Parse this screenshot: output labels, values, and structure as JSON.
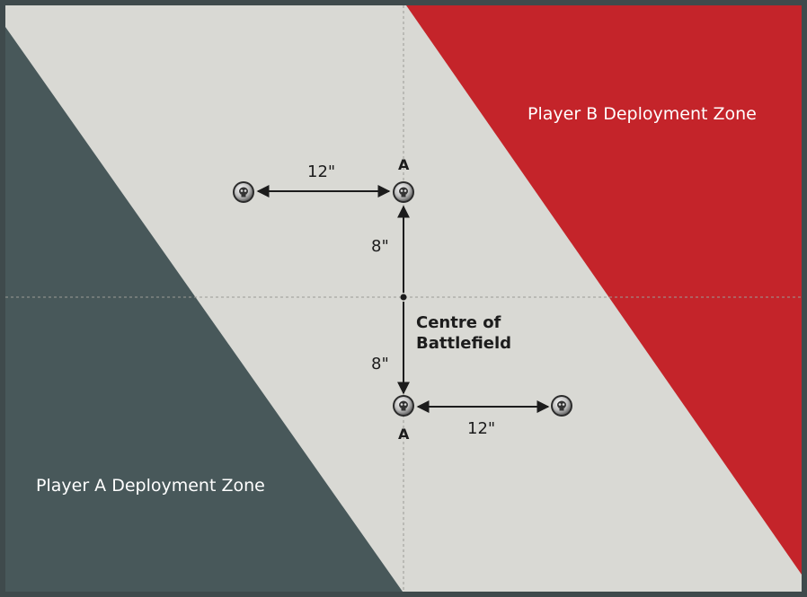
{
  "zones": {
    "player_a": {
      "label": "Player A Deployment Zone",
      "color": "#48585a"
    },
    "player_b": {
      "label": "Player B Deployment Zone",
      "color": "#c4242a"
    },
    "neutral_color": "#d9d9d4"
  },
  "objectives": [
    {
      "marker": ""
    },
    {
      "marker": "A"
    },
    {
      "marker": "A"
    },
    {
      "marker": ""
    }
  ],
  "distances": {
    "top_horizontal": "12\"",
    "upper_vertical": "8\"",
    "lower_vertical": "8\"",
    "bottom_horizontal": "12\""
  },
  "centre": {
    "line1": "Centre of",
    "line2": "Battlefield"
  },
  "icons": {
    "objective": "skull-objective-icon"
  }
}
